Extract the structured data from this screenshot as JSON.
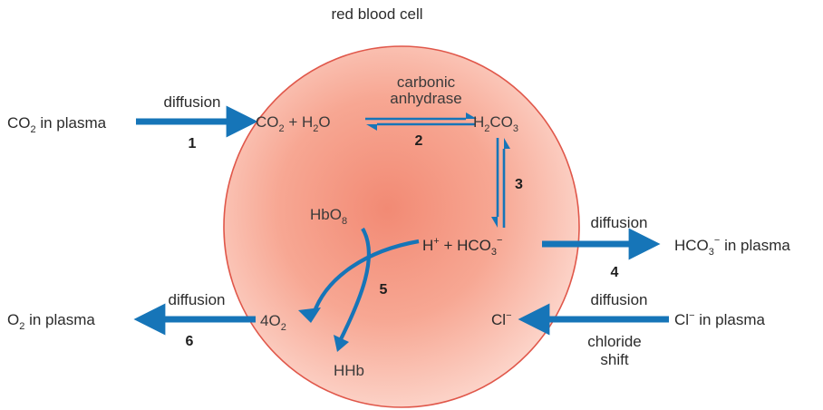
{
  "title": "red blood cell",
  "colors": {
    "arrow": "#1675b8",
    "cell_center": "#f28a74",
    "cell_edge": "#fcd3c8",
    "cell_outline": "#e0574a"
  },
  "labels": {
    "co2_plasma_a": "CO",
    "co2_plasma_sub": "2",
    "co2_plasma_b": " in plasma",
    "diffusion_1": "diffusion",
    "num_1": "1",
    "co2_in_a": "CO",
    "co2_in_sub": "2",
    "co2_in_b": " + H",
    "h2o_sub": "2",
    "h2o_b": "O",
    "carbonic": "carbonic",
    "anhydrase": "anhydrase",
    "num_2": "2",
    "h2co3_a": "H",
    "h2co3_sub": "2",
    "h2co3_b": "CO",
    "h2co3_sub2": "3",
    "num_3": "3",
    "hbo8_a": "HbO",
    "hbo8_sub": "8",
    "hplus_a": "H",
    "hplus_sup": "+",
    "hplus_b": " + HCO",
    "hco3_sub": "3",
    "hco3_sup": "−",
    "diffusion_4": "diffusion",
    "hco3_plasma_a": "HCO",
    "hco3_plasma_sub": "3",
    "hco3_plasma_sup": "−",
    "hco3_plasma_b": " in plasma",
    "num_4": "4",
    "num_5": "5",
    "diffusion_6": "diffusion",
    "o2_plasma_a": "O",
    "o2_plasma_sub": "2",
    "o2_plasma_b": " in plasma",
    "num_6": "6",
    "four_o2_a": "4O",
    "four_o2_sub": "2",
    "hhb": "HHb",
    "diffusion_cl": "diffusion",
    "cl_in_a": "Cl",
    "cl_in_sup": "−",
    "cl_plasma_a": "Cl",
    "cl_plasma_sup": "−",
    "cl_plasma_b": " in plasma",
    "chloride": "chloride",
    "shift": "shift"
  }
}
